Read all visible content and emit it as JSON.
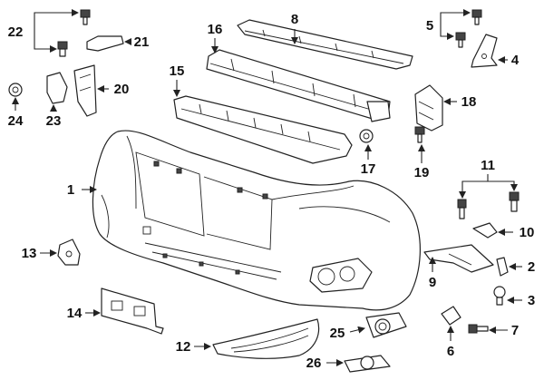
{
  "diagram": {
    "callouts": [
      {
        "id": "c1",
        "text": "1"
      },
      {
        "id": "c2",
        "text": "2"
      },
      {
        "id": "c3",
        "text": "3"
      },
      {
        "id": "c4",
        "text": "4"
      },
      {
        "id": "c5",
        "text": "5"
      },
      {
        "id": "c6",
        "text": "6"
      },
      {
        "id": "c7",
        "text": "7"
      },
      {
        "id": "c8",
        "text": "8"
      },
      {
        "id": "c9",
        "text": "9"
      },
      {
        "id": "c10",
        "text": "10"
      },
      {
        "id": "c11",
        "text": "11"
      },
      {
        "id": "c12",
        "text": "12"
      },
      {
        "id": "c13",
        "text": "13"
      },
      {
        "id": "c14",
        "text": "14"
      },
      {
        "id": "c15",
        "text": "15"
      },
      {
        "id": "c16",
        "text": "16"
      },
      {
        "id": "c17",
        "text": "17"
      },
      {
        "id": "c18",
        "text": "18"
      },
      {
        "id": "c19",
        "text": "19"
      },
      {
        "id": "c20",
        "text": "20"
      },
      {
        "id": "c21",
        "text": "21"
      },
      {
        "id": "c22",
        "text": "22"
      },
      {
        "id": "c23",
        "text": "23"
      },
      {
        "id": "c24",
        "text": "24"
      },
      {
        "id": "c25",
        "text": "25"
      },
      {
        "id": "c26",
        "text": "26"
      }
    ],
    "colors": {
      "line": "#222222",
      "background": "#ffffff",
      "shade": "#444444"
    }
  }
}
